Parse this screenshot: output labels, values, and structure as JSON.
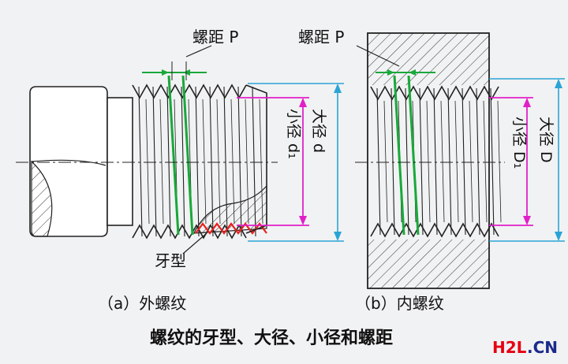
{
  "labels": {
    "pitch_a": "螺距 P",
    "pitch_b": "螺距 P",
    "thread_form": "牙型",
    "minor_d_ext": "小径 d₁",
    "major_d_ext": "大径 d",
    "minor_d_int": "小径 D₁",
    "major_d_int": "大径 D"
  },
  "captions": {
    "a": "（a）外螺纹",
    "b": "（b）内螺纹",
    "title": "螺纹的牙型、大径、小径和螺距"
  },
  "watermark": {
    "h2l": "H2L",
    "cn": ".CN"
  },
  "colors": {
    "pitch": "#19a83a",
    "minor": "#e020c8",
    "major": "#2aa4d6",
    "thread_form": "#e8201c"
  }
}
